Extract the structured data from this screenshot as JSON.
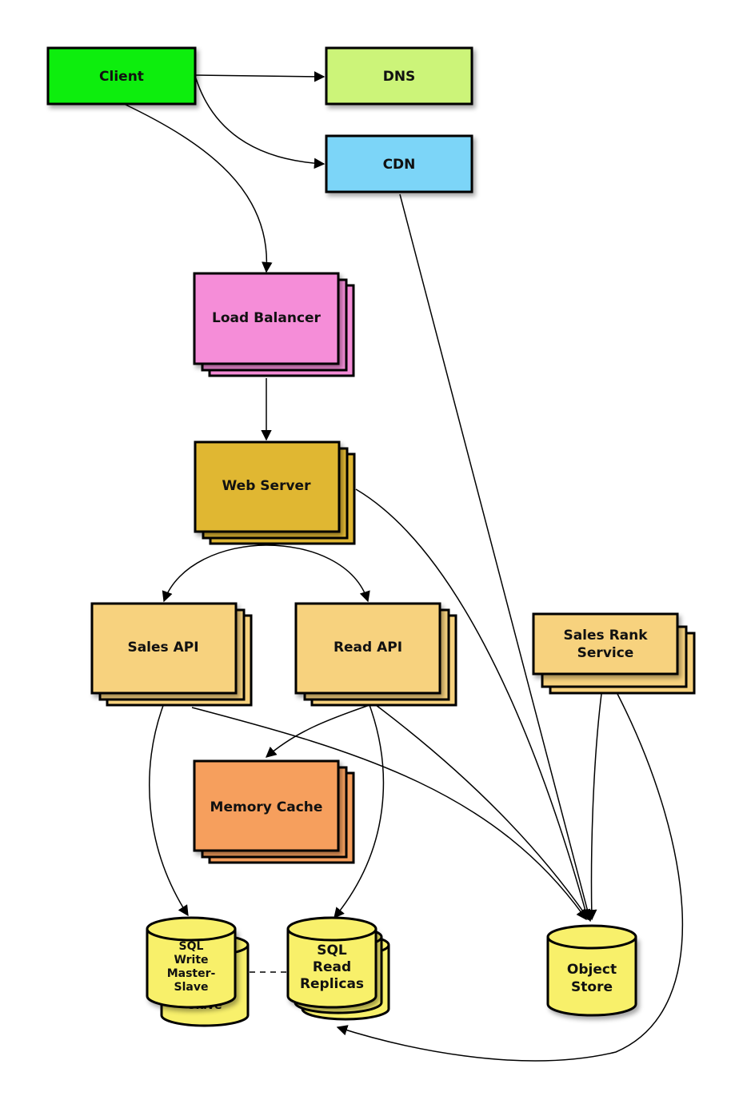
{
  "nodes": {
    "client": {
      "label": "Client",
      "color": "#11ee11"
    },
    "dns": {
      "label": "DNS",
      "color": "#ccf479"
    },
    "cdn": {
      "label": "CDN",
      "color": "#7cd5f8"
    },
    "load_balancer": {
      "label": "Load Balancer",
      "color": "#f58dd8"
    },
    "web_server": {
      "label": "Web Server",
      "color": "#e0b733"
    },
    "sales_api": {
      "label": "Sales API",
      "color": "#f7d27e"
    },
    "read_api": {
      "label": "Read API",
      "color": "#f7d27e"
    },
    "sales_rank": {
      "line1": "Sales Rank",
      "line2": "Service",
      "color": "#f7d27e"
    },
    "memory_cache": {
      "label": "Memory Cache",
      "color": "#f69f5d"
    },
    "sql_write": {
      "line1": "SQL",
      "line2": "Write",
      "line3": "Master-",
      "line4": "Slave",
      "back_label": "Slave",
      "color": "#f8f06b"
    },
    "sql_read": {
      "line1": "SQL",
      "line2": "Read",
      "line3": "Replicas",
      "color": "#f8f06b"
    },
    "object_store": {
      "line1": "Object",
      "line2": "Store",
      "color": "#f8f06b"
    }
  }
}
